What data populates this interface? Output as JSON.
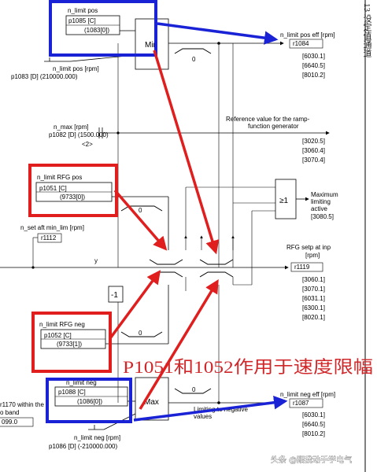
{
  "page_header": {
    "side_text": "13 设定值通道"
  },
  "upper": {
    "param_label": "n_limit pos",
    "param_id": "p1085 [C]",
    "param_value": "(1083[0])",
    "block": "Min",
    "fixed_label": "n_limit pos [rpm]",
    "fixed_id": "p1083 [D] (210000.000)",
    "output_label": "n_limit pos eff [rpm]",
    "output_id": "r1084",
    "output_refs": [
      "[6030.1]",
      "[6640.5]",
      "[8010.2]"
    ],
    "zero": "0"
  },
  "nmax": {
    "label": "n_max [rpm]",
    "id": "p1082 [D] (1500.000)",
    "ref": "<2>",
    "ramp_text_1": "Reference value for the ramp-",
    "ramp_text_2": "function generator",
    "refs": [
      "[3020.5]",
      "[3060.4]",
      "[3070.4]"
    ]
  },
  "rfg_pos": {
    "label": "n_limit RFG pos",
    "id": "p1051 [C]",
    "value": "(9733[0])",
    "zero": "0"
  },
  "limit_active": {
    "block": "≥1",
    "text_1": "Maximum",
    "text_2": "limiting",
    "text_3": "active",
    "ref": "[3080.5]"
  },
  "nset": {
    "label": "n_set aft min_lim [rpm]",
    "id": "r1112"
  },
  "y_label": "y",
  "rfg_out": {
    "label_1": "RFG setp at inp",
    "label_2": "[rpm]",
    "id": "r1119",
    "refs": [
      "[3060.1]",
      "[3070.1]",
      "[6031.1]",
      "[6300.1]",
      "[8020.1]"
    ]
  },
  "neg_factor": "-1",
  "rfg_neg": {
    "label": "n_limit RFG neg",
    "id": "p1052 [C]",
    "value": "(9733[1])",
    "zero": "0"
  },
  "annotation": "P1051和1052作用于速度限幅",
  "lower": {
    "param_label": "n_limit neg",
    "param_id": "p1088 [C]",
    "param_value": "(1086[0])",
    "block": "Max",
    "output_label": "n_limit neg eff [rpm]",
    "output_id": "r1087",
    "output_refs": [
      "[6030.1]",
      "[6640.5]",
      "[8010.2]"
    ],
    "fixed_label": "n_limit neg [rpm]",
    "fixed_id": "p1086 [D] (-210000.000)",
    "note_1": "Limiting to negative",
    "note_2": "values",
    "zero": "0"
  },
  "left_cut": {
    "text_1": "r1170 within the",
    "text_2": "o band",
    "text_3": "099.0"
  },
  "watermark": "头条 @跟我动手学电气",
  "colors": {
    "blue_box": "#1a22d6",
    "red_box": "#e01e1e",
    "annotation": "#d0282a"
  }
}
